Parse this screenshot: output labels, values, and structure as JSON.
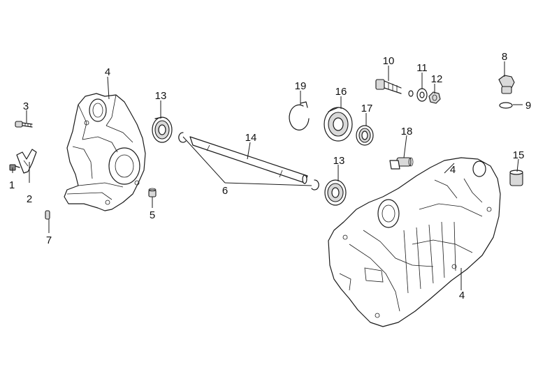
{
  "callouts": {
    "c1": "1",
    "c2": "2",
    "c3": "3",
    "c4a": "4",
    "c4b": "4",
    "c4c": "4",
    "c5": "5",
    "c6": "6",
    "c7": "7",
    "c8": "8",
    "c9": "9",
    "c10": "10",
    "c11": "11",
    "c12": "12",
    "c13a": "13",
    "c13b": "13",
    "c14": "14",
    "c15": "15",
    "c16": "16",
    "c17": "17",
    "c18": "18",
    "c19": "19"
  },
  "colors": {
    "line": "#1a1a1a",
    "background": "#ffffff",
    "part_fill": "#d9d9d9"
  }
}
